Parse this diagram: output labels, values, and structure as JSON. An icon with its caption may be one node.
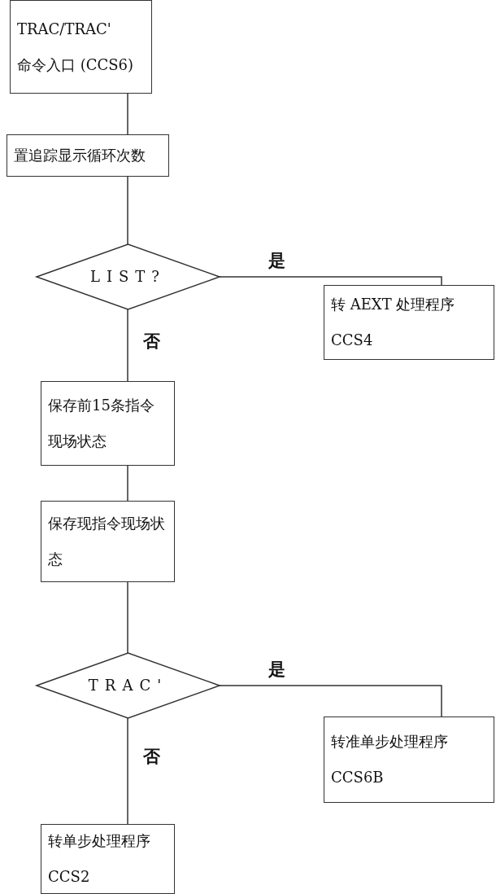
{
  "diagram": {
    "nodes": [
      {
        "text": [
          "TRAC/TRAC'",
          "命令入口 (CCS6)"
        ]
      },
      {
        "text": [
          "置追踪显示循环次数"
        ]
      },
      {
        "text": [
          "LIST?"
        ]
      },
      {
        "text": [
          "转 AEXT 处理程序 CCS4"
        ]
      },
      {
        "text": [
          "保存前15条指令现场状态"
        ]
      },
      {
        "text": [
          "保存现指令现场状态"
        ]
      },
      {
        "text": [
          "TRAC'"
        ]
      },
      {
        "text": [
          "转准单步处理程序 CCS6B"
        ]
      },
      {
        "text": [
          "转单步处理程序 CCS2"
        ]
      }
    ],
    "edges": [
      {
        "from": 0,
        "to": 1,
        "arrow": "none"
      },
      {
        "from": 1,
        "to": 2,
        "arrow": "none"
      },
      {
        "from": 2,
        "to": 3,
        "arrow": "none",
        "label": "是"
      },
      {
        "from": 2,
        "to": 4,
        "arrow": "none",
        "label": "否"
      },
      {
        "from": 4,
        "to": 5,
        "arrow": "none"
      },
      {
        "from": 5,
        "to": 6,
        "arrow": "none"
      },
      {
        "from": 6,
        "to": 7,
        "arrow": "none",
        "label": "是"
      },
      {
        "from": 6,
        "to": 8,
        "arrow": "none",
        "label": "否"
      }
    ]
  }
}
